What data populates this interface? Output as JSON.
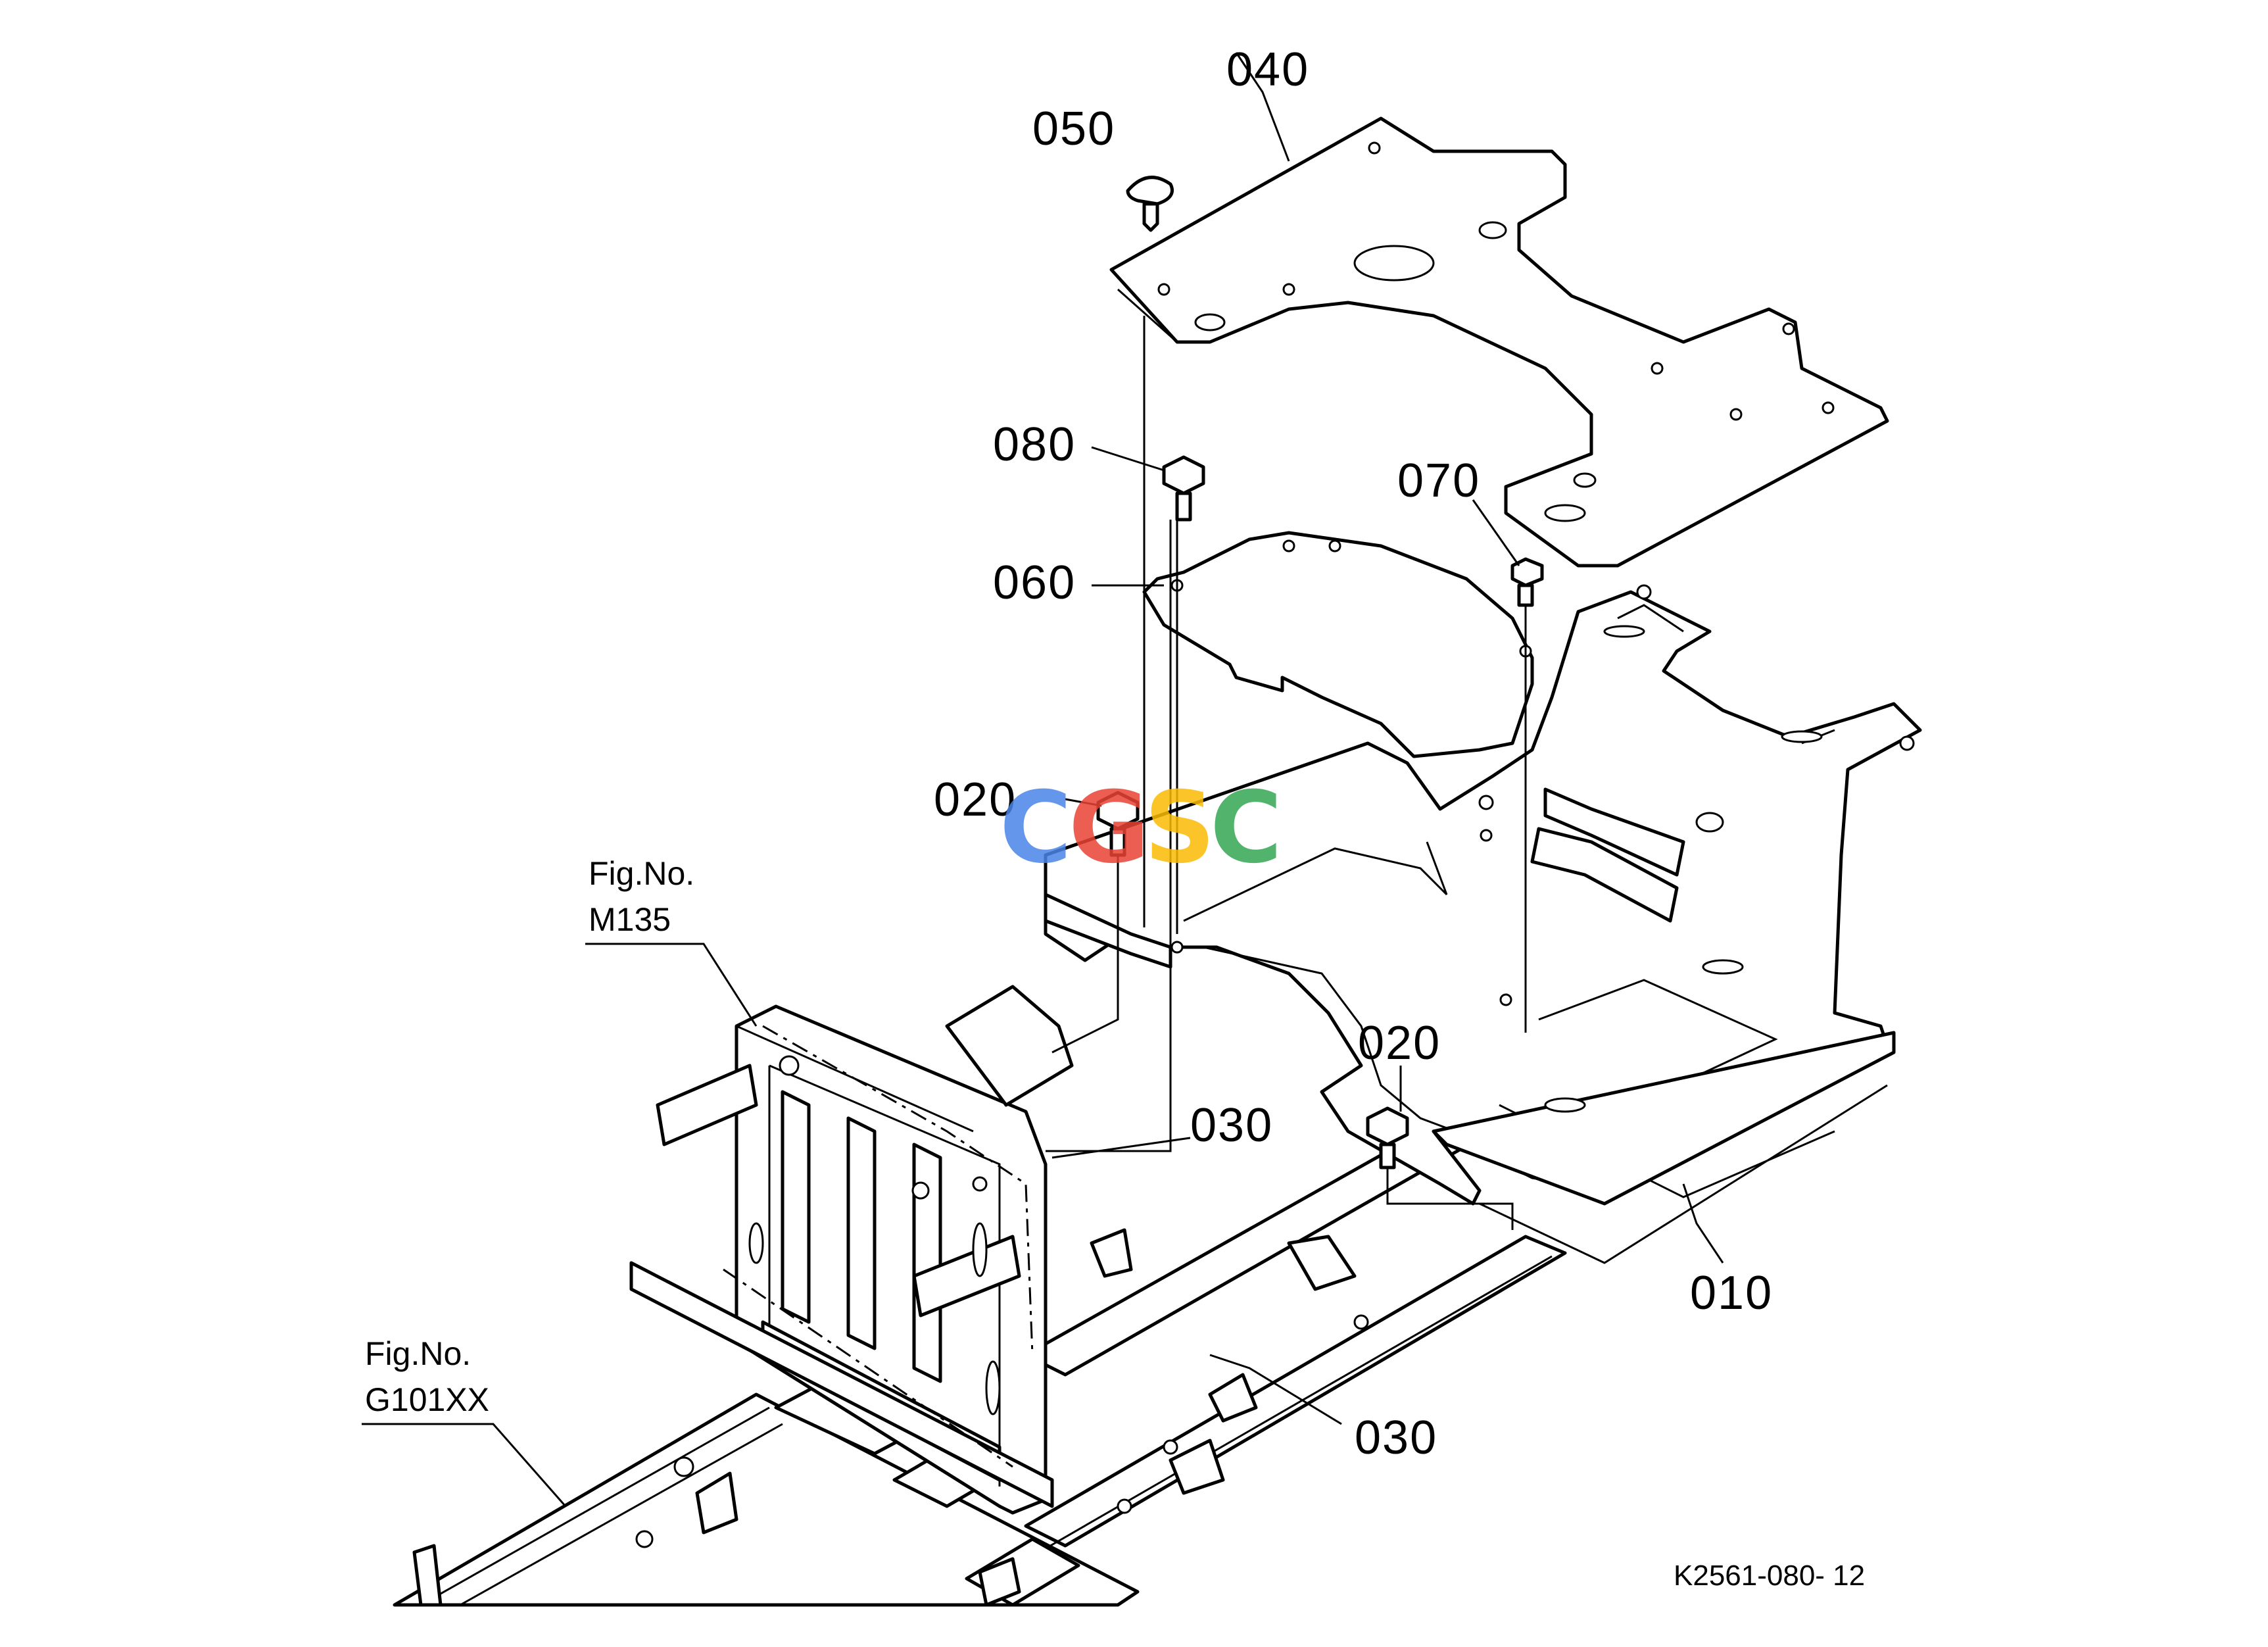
{
  "callouts": {
    "c040": "040",
    "c050": "050",
    "c080": "080",
    "c070": "070",
    "c060": "060",
    "c020a": "020",
    "c020b": "020",
    "c030a": "030",
    "c030b": "030",
    "c010": "010"
  },
  "figure_refs": {
    "m135_line1": "Fig.No.",
    "m135_line2": "M135",
    "g101_line1": "Fig.No.",
    "g101_line2": "G101XX"
  },
  "drawing_code": "K2561-080- 12",
  "watermark": {
    "text": "CGSC",
    "letters": [
      "C",
      "G",
      "S",
      "C"
    ],
    "colors": [
      "#4a86e8",
      "#ea4335",
      "#fbbc04",
      "#34a853"
    ]
  }
}
